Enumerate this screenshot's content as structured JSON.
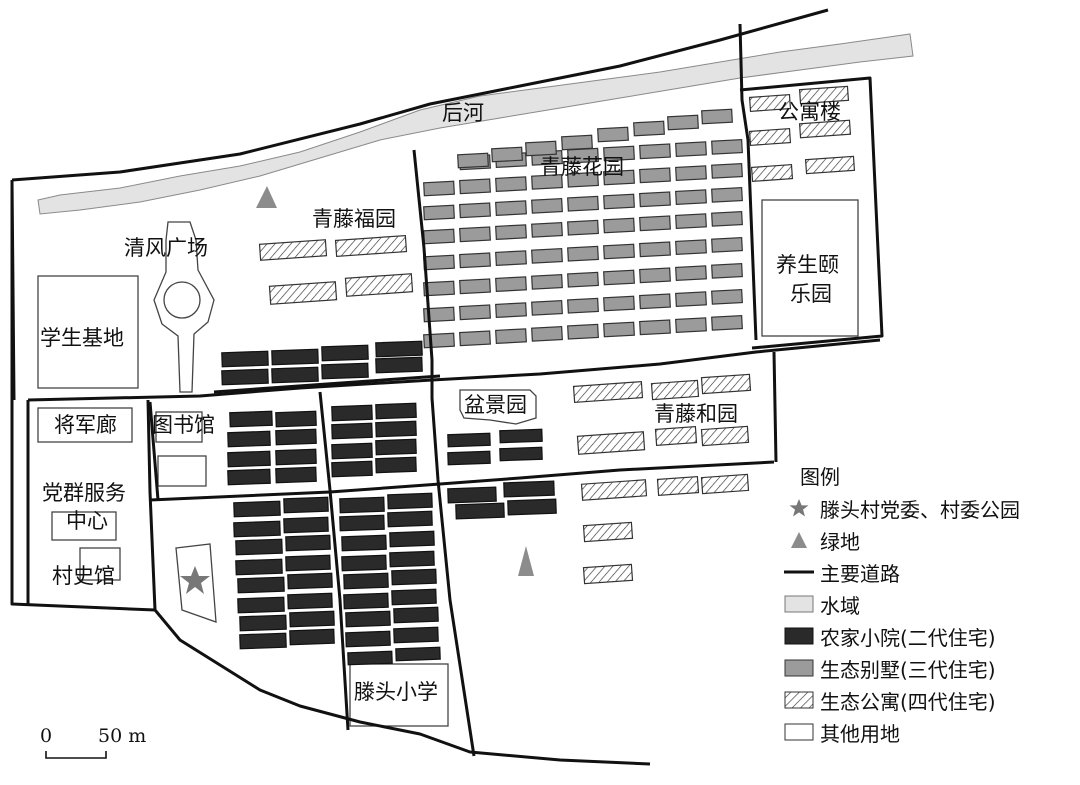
{
  "map": {
    "labels": {
      "river": "后河",
      "qingteng_huayuan": "青藤花园",
      "gongyu_lou": "公寓楼",
      "qingteng_fuyuan": "青藤福园",
      "qingfeng_guangchang": "清风广场",
      "yangsheng_line1": "养生颐",
      "yangsheng_line2": "乐园",
      "xuesheng_jidi": "学生基地",
      "jiangjun_lang": "将军廊",
      "tushuguan": "图书馆",
      "penjing_yuan": "盆景园",
      "qingteng_heyuan": "青藤和园",
      "dangqun_line1": "党群服务",
      "dangqun_line2": "中心",
      "cunshi_guan": "村史馆",
      "tengtou_xiaoxue": "滕头小学"
    },
    "colors": {
      "road": "#111111",
      "water_fill": "#e3e3e3",
      "water_edge": "#8a8a8a",
      "farmhouse": "#2a2a2a",
      "villa": "#9b9b9b",
      "green": "#8c8c8c",
      "other": "#ffffff"
    }
  },
  "legend": {
    "title": "图例",
    "items": [
      {
        "icon": "star-icon",
        "label": "滕头村党委、村委公园"
      },
      {
        "icon": "triangle-icon",
        "label": "绿地"
      },
      {
        "icon": "road-line-icon",
        "label": "主要道路"
      },
      {
        "icon": "water-swatch",
        "label": "水域"
      },
      {
        "icon": "farmhouse-swatch",
        "label": "农家小院(二代住宅)"
      },
      {
        "icon": "villa-swatch",
        "label": "生态别墅(三代住宅)"
      },
      {
        "icon": "apartment-swatch",
        "label": "生态公寓(四代住宅)"
      },
      {
        "icon": "other-land-swatch",
        "label": "其他用地"
      }
    ]
  },
  "scale": {
    "zero": "0",
    "distance": "50 m"
  }
}
